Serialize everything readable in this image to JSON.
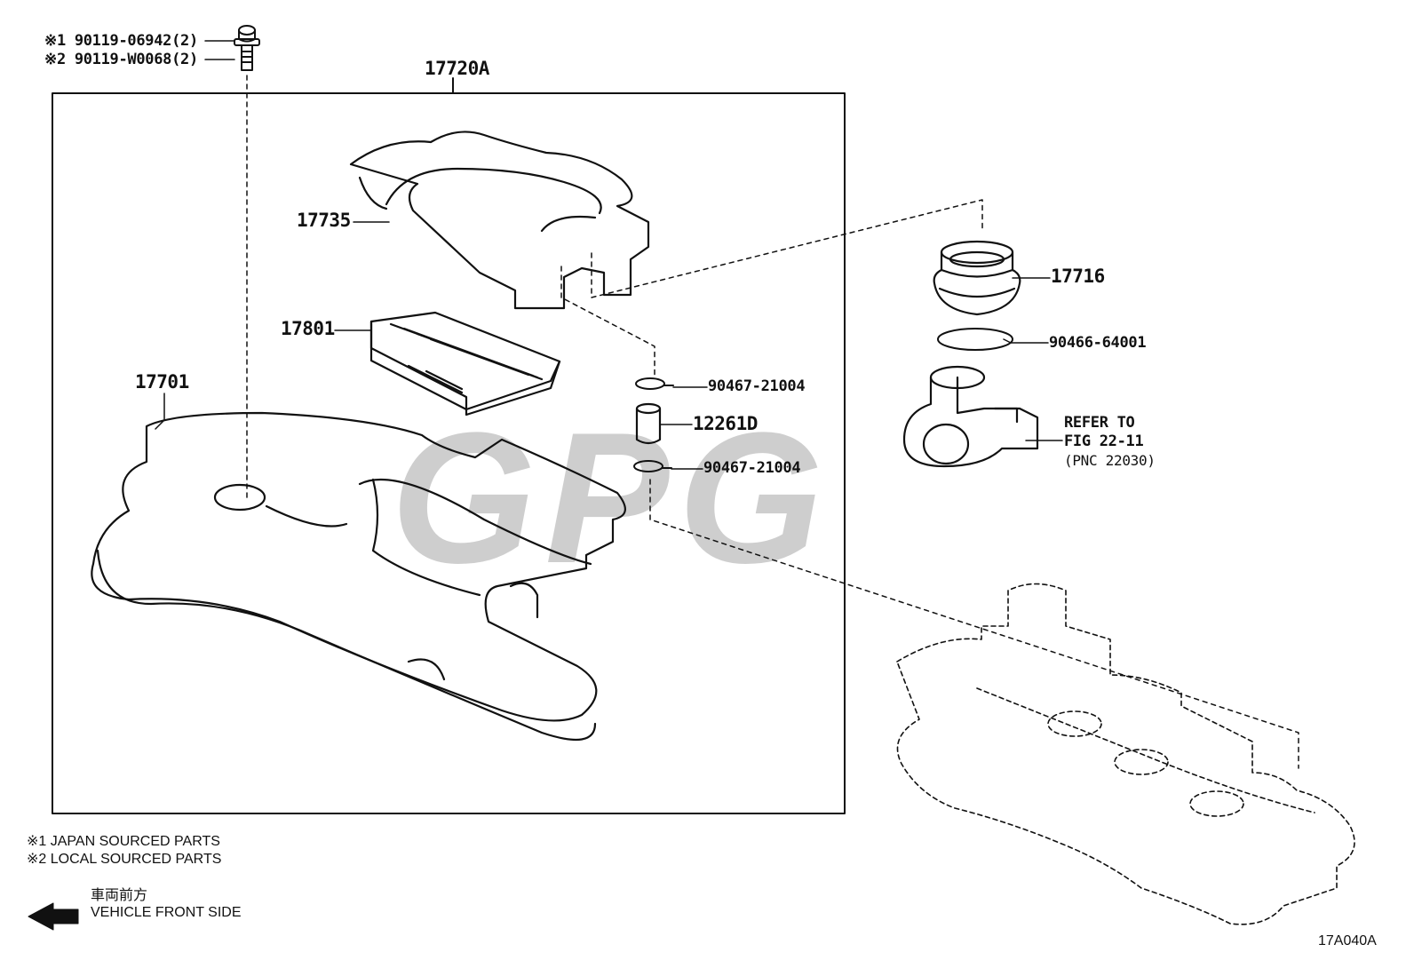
{
  "diagram": {
    "assembly_label": "17720A",
    "bolt_labels": [
      "※1  90119-06942(2)",
      "※2  90119-W0068(2)"
    ],
    "parts": {
      "cap": "17735",
      "element": "17801",
      "case": "17701",
      "hose_joint": "17716",
      "o_ring": "90466-64001",
      "clip_top": "90467-21004",
      "hose": "12261D",
      "clip_bottom": "90467-21004"
    },
    "refer": [
      "REFER TO",
      "FIG 22-11",
      "(PNC 22030)"
    ],
    "notes": [
      "※1  JAPAN SOURCED PARTS",
      "※2  LOCAL SOURCED PARTS"
    ],
    "front_jp": "車両前方",
    "front_en": "VEHICLE FRONT SIDE",
    "figure_code": "17A040A",
    "watermark": "GPG"
  }
}
